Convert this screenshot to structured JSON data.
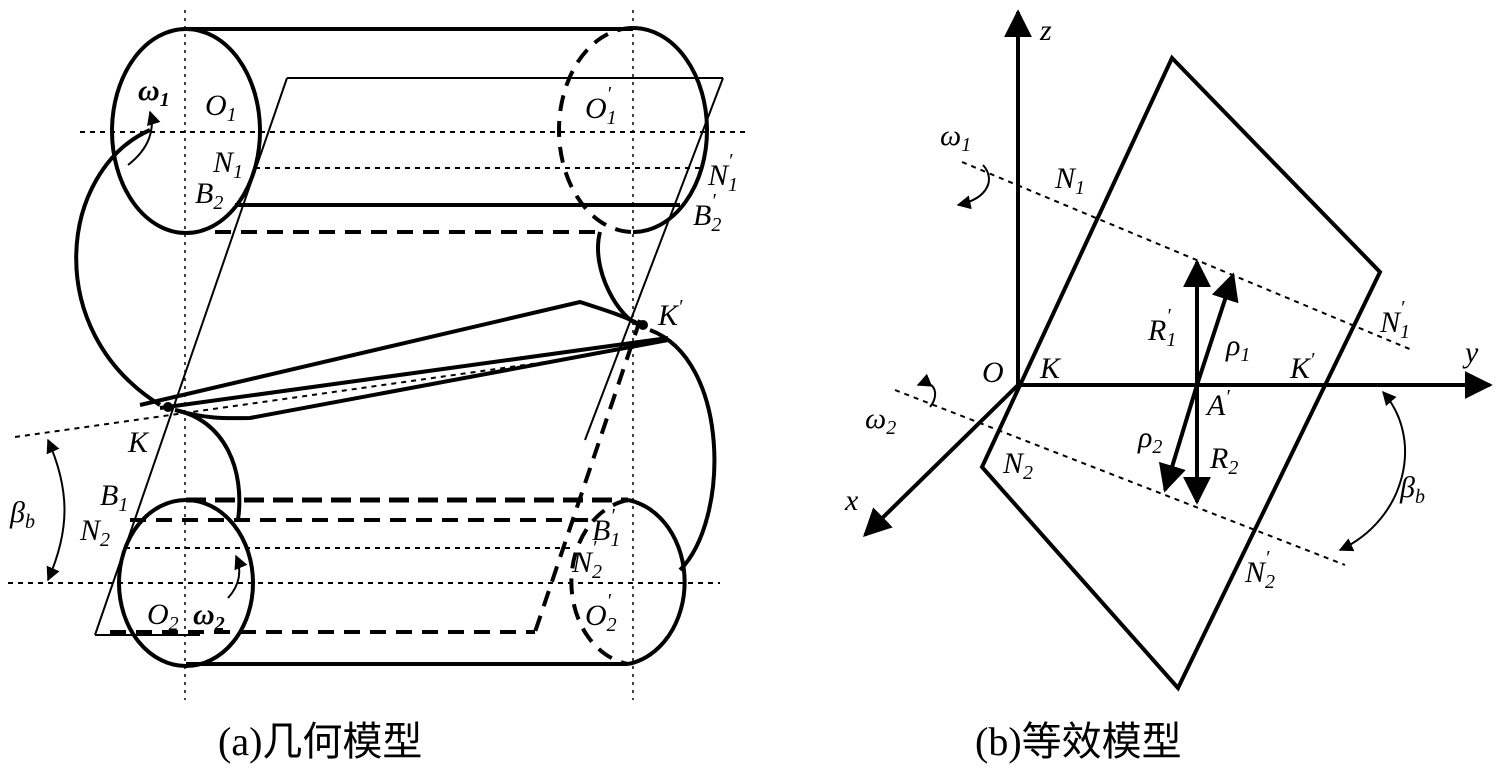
{
  "panel_a": {
    "caption": "(a)几何模型",
    "labels": {
      "omega1": "ω",
      "omega1_sub": "1",
      "O1": "O",
      "O1_sub": "1",
      "O1p": "O",
      "O1p_sub": "1",
      "O1p_sup": "′",
      "N1": "N",
      "N1_sub": "1",
      "N1p": "N",
      "N1p_sub": "1",
      "N1p_sup": "′",
      "B2": "B",
      "B2_sub": "2",
      "B2p": "B",
      "B2p_sub": "2",
      "B2p_sup": "′",
      "Kp": "K",
      "Kp_sup": "′",
      "K": "K",
      "beta": "β",
      "beta_sub": "b",
      "B1": "B",
      "B1_sub": "1",
      "N2": "N",
      "N2_sub": "2",
      "B1p": "B",
      "B1p_sub": "1",
      "B1p_sup": "′",
      "N2p": "N",
      "N2p_sub": "2",
      "N2p_sup": "′",
      "O2": "O",
      "O2_sub": "2",
      "omega2": "ω",
      "omega2_sub": "2",
      "O2p": "O",
      "O2p_sub": "2",
      "O2p_sup": "′"
    }
  },
  "panel_b": {
    "caption": "(b)等效模型",
    "labels": {
      "z": "z",
      "y": "y",
      "x": "x",
      "O": "O",
      "K": "K",
      "Kp": "K",
      "Kp_sup": "′",
      "omega1": "ω",
      "omega1_sub": "1",
      "omega2": "ω",
      "omega2_sub": "2",
      "N1": "N",
      "N1_sub": "1",
      "N1p": "N",
      "N1p_sub": "1",
      "N1p_sup": "′",
      "N2": "N",
      "N2_sub": "2",
      "N2p": "N",
      "N2p_sub": "2",
      "N2p_sup": "′",
      "R1": "R",
      "R1_sub": "1",
      "R1_sup": "′",
      "rho1": "ρ",
      "rho1_sub": "1",
      "A": "A",
      "A_sup": "′",
      "rho2": "ρ",
      "rho2_sub": "2",
      "R2": "R",
      "R2_sub": "2",
      "beta": "β",
      "beta_sub": "b"
    }
  }
}
